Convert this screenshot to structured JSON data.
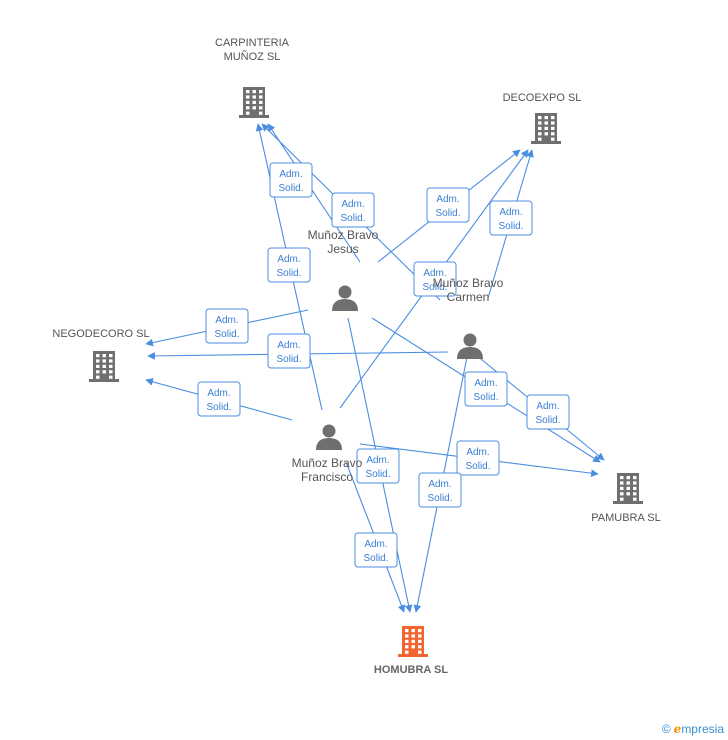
{
  "colors": {
    "edge": "#4a8ee0",
    "company": "#6f6f6f",
    "focus": "#f26430",
    "person": "#6f6f6f"
  },
  "nodes": [
    {
      "id": "carpinteria",
      "kind": "company",
      "lines": [
        "CARPINTERIA",
        "MUÑOZ SL"
      ],
      "icon": "building-icon"
    },
    {
      "id": "decoexpo",
      "kind": "company",
      "lines": [
        "DECOEXPO SL"
      ],
      "icon": "building-icon"
    },
    {
      "id": "negodecoro",
      "kind": "company",
      "lines": [
        "NEGODECORO SL"
      ],
      "icon": "building-icon"
    },
    {
      "id": "pamubra",
      "kind": "company",
      "lines": [
        "PAMUBRA SL"
      ],
      "icon": "building-icon"
    },
    {
      "id": "homubra",
      "kind": "focus",
      "lines": [
        "HOMUBRA SL"
      ],
      "icon": "building-icon"
    },
    {
      "id": "jesus",
      "kind": "person",
      "lines": [
        "Muñoz Bravo",
        "Jesus"
      ],
      "icon": "person-icon"
    },
    {
      "id": "carmen",
      "kind": "person",
      "lines": [
        "Muñoz Bravo",
        "Carmen"
      ],
      "icon": "person-icon"
    },
    {
      "id": "francisco",
      "kind": "person",
      "lines": [
        "Muñoz Bravo",
        "Francisco"
      ],
      "icon": "person-icon"
    }
  ],
  "edge_label": [
    "Adm.",
    "Solid."
  ],
  "edges": [
    {
      "from": "jesus",
      "to": "carpinteria"
    },
    {
      "from": "francisco",
      "to": "carpinteria"
    },
    {
      "from": "carmen",
      "to": "carpinteria"
    },
    {
      "from": "jesus",
      "to": "decoexpo"
    },
    {
      "from": "francisco",
      "to": "decoexpo"
    },
    {
      "from": "carmen",
      "to": "decoexpo"
    },
    {
      "from": "jesus",
      "to": "negodecoro"
    },
    {
      "from": "carmen",
      "to": "negodecoro"
    },
    {
      "from": "francisco",
      "to": "negodecoro"
    },
    {
      "from": "jesus",
      "to": "pamubra"
    },
    {
      "from": "carmen",
      "to": "pamubra"
    },
    {
      "from": "francisco",
      "to": "pamubra"
    },
    {
      "from": "jesus",
      "to": "homubra"
    },
    {
      "from": "francisco",
      "to": "homubra"
    },
    {
      "from": "carmen",
      "to": "homubra"
    }
  ],
  "footer": {
    "copyright": "©",
    "brand_e": "e",
    "brand_rest": "mpresia"
  }
}
